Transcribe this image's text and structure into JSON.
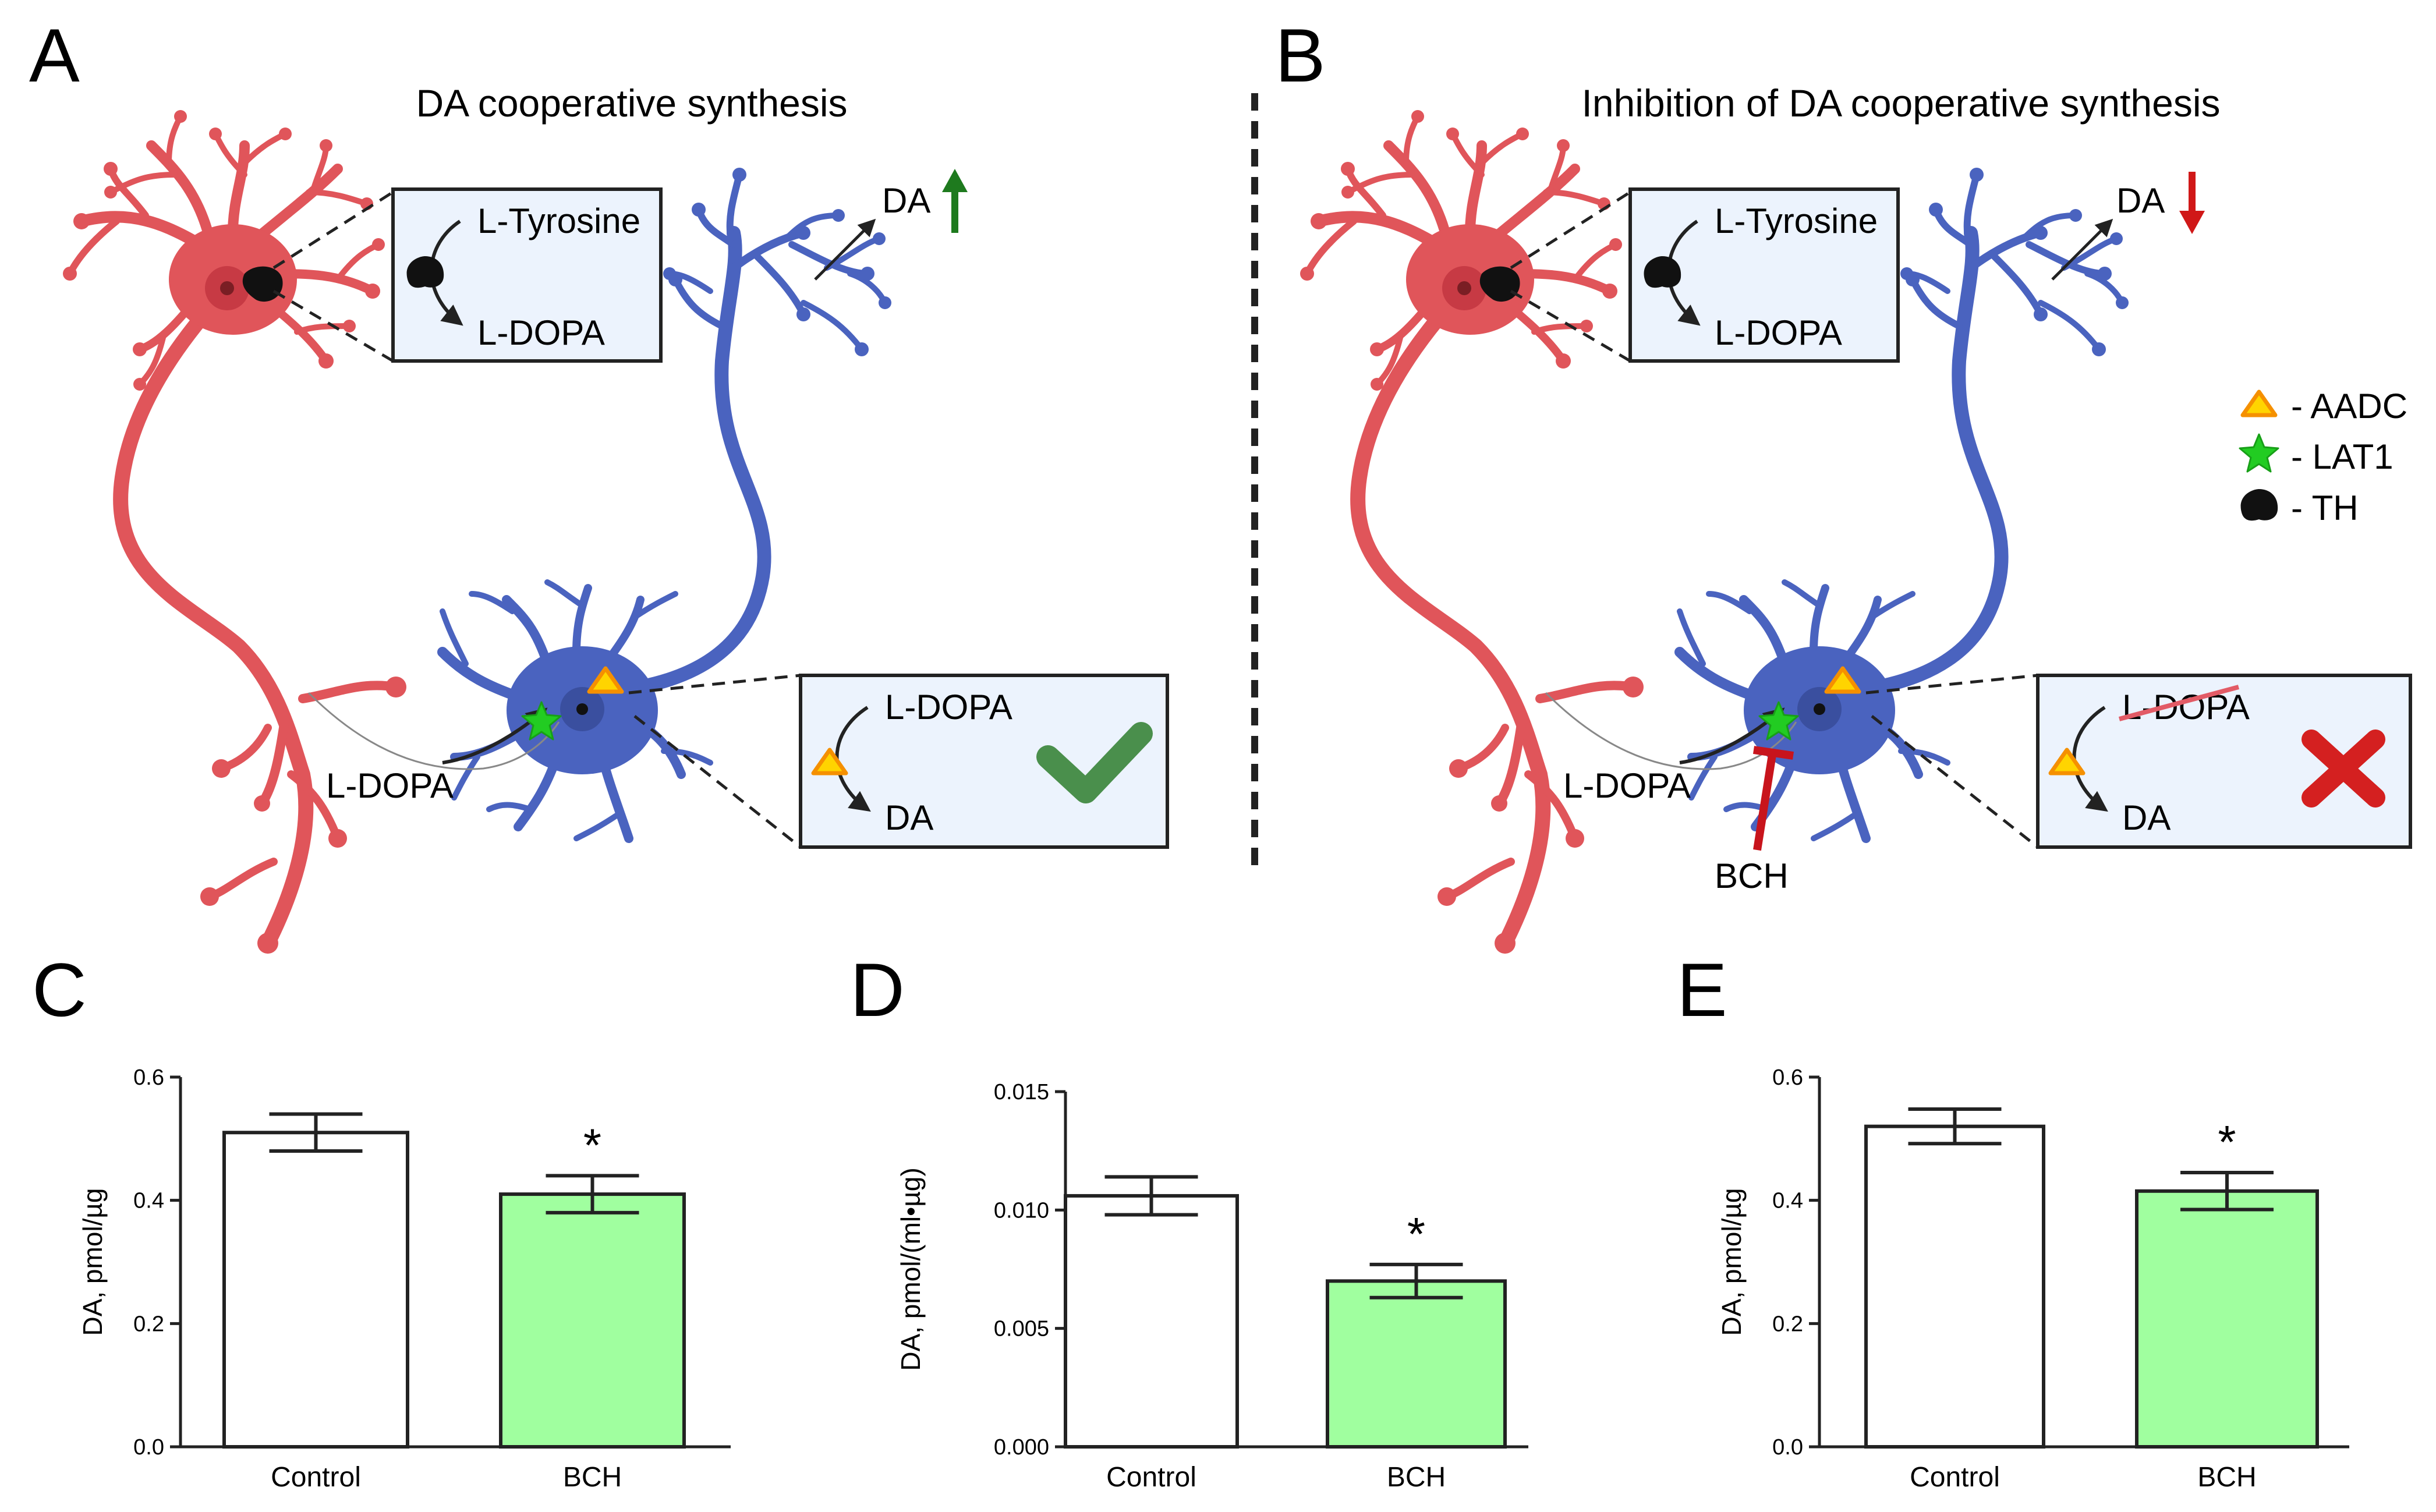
{
  "panels": {
    "A": {
      "letter": "A",
      "title": "DA cooperative synthesis",
      "box_top": {
        "line1": "L-Tyrosine",
        "line2": "L-DOPA"
      },
      "box_bottom": {
        "line1": "L-DOPA",
        "line2": "DA",
        "status": "check"
      },
      "release_label": "DA",
      "release_direction": "up",
      "transport_label": "L-DOPA"
    },
    "B": {
      "letter": "B",
      "title": "Inhibition of DA cooperative synthesis",
      "box_top": {
        "line1": "L-Tyrosine",
        "line2": "L-DOPA"
      },
      "box_bottom": {
        "line1": "L-DOPA",
        "line2": "DA",
        "status": "cross"
      },
      "release_label": "DA",
      "release_direction": "down",
      "transport_label": "L-DOPA",
      "inhibitor_label": "BCH"
    }
  },
  "legend": [
    {
      "label": "- AADC",
      "icon": "aadc-triangle-icon"
    },
    {
      "label": "- LAT1",
      "icon": "lat1-star-icon"
    },
    {
      "label": "- TH",
      "icon": "th-blob-icon"
    }
  ],
  "colors": {
    "red_neuron": "#e0555a",
    "blue_neuron": "#4a63bf",
    "box_fill": "#ecf3fd",
    "bch_bar": "#a0ff9f",
    "up_arrow": "#1e7a1e",
    "down_arrow": "#d01818",
    "check": "#4a8f4c",
    "cross": "#d42020",
    "aadc": "#ffd400",
    "lat1": "#22cc22",
    "th": "#111111"
  },
  "chart_data": [
    {
      "panel": "C",
      "type": "bar",
      "categories": [
        "Control",
        "BCH"
      ],
      "values": [
        0.51,
        0.41
      ],
      "errors": [
        0.03,
        0.03
      ],
      "significance": [
        "",
        "*"
      ],
      "ylabel": "DA, pmol/µg",
      "ylim": [
        0,
        0.6
      ],
      "yticks": [
        "0.0",
        "0.2",
        "0.4",
        "0.6"
      ],
      "bar_colors": [
        "#ffffff",
        "#a0ff9f"
      ]
    },
    {
      "panel": "D",
      "type": "bar",
      "categories": [
        "Control",
        "BCH"
      ],
      "values": [
        0.0106,
        0.007
      ],
      "errors": [
        0.0008,
        0.0007
      ],
      "significance": [
        "",
        "*"
      ],
      "ylabel": "DA, pmol/(ml•µg)",
      "ylim": [
        0,
        0.015
      ],
      "yticks": [
        "0.000",
        "0.005",
        "0.010",
        "0.015"
      ],
      "bar_colors": [
        "#ffffff",
        "#a0ff9f"
      ]
    },
    {
      "panel": "E",
      "type": "bar",
      "categories": [
        "Control",
        "BCH"
      ],
      "values": [
        0.52,
        0.415
      ],
      "errors": [
        0.028,
        0.03
      ],
      "significance": [
        "",
        "*"
      ],
      "ylabel": "DA, pmol/µg",
      "ylim": [
        0,
        0.6
      ],
      "yticks": [
        "0.0",
        "0.2",
        "0.4",
        "0.6"
      ],
      "bar_colors": [
        "#ffffff",
        "#a0ff9f"
      ]
    }
  ]
}
